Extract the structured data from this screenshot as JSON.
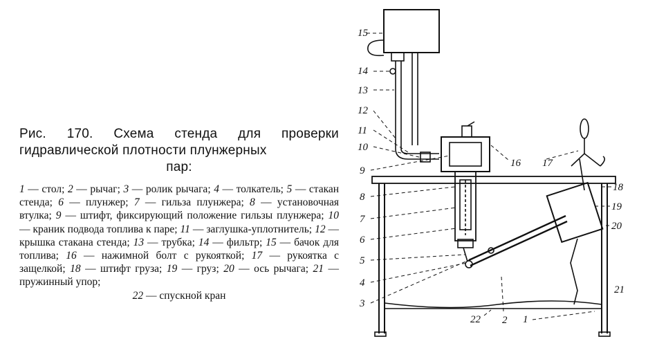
{
  "caption": {
    "title_main": "Рис. 170. Схема стенда для проверки гидравлической плотности плунжерных",
    "title_end": "пар:",
    "legend_items": [
      {
        "num": "1",
        "text": "стол"
      },
      {
        "num": "2",
        "text": "рычаг"
      },
      {
        "num": "3",
        "text": "ролик рычага"
      },
      {
        "num": "4",
        "text": "толкатель"
      },
      {
        "num": "5",
        "text": "стакан стенда"
      },
      {
        "num": "6",
        "text": "плунжер"
      },
      {
        "num": "7",
        "text": "гильза плунжера"
      },
      {
        "num": "8",
        "text": "установочная втулка"
      },
      {
        "num": "9",
        "text": "штифт, фиксирующий положение гильзы плунжера"
      },
      {
        "num": "10",
        "text": "краник подвода топлива к паре"
      },
      {
        "num": "11",
        "text": "заглушка-уплотнитель"
      },
      {
        "num": "12",
        "text": "крышка стакана стенда"
      },
      {
        "num": "13",
        "text": "трубка"
      },
      {
        "num": "14",
        "text": "фильтр"
      },
      {
        "num": "15",
        "text": "бачок для топлива"
      },
      {
        "num": "16",
        "text": "нажимной болт с рукояткой"
      },
      {
        "num": "17",
        "text": "рукоятка с защелкой"
      },
      {
        "num": "18",
        "text": "штифт груза"
      },
      {
        "num": "19",
        "text": "груз"
      },
      {
        "num": "20",
        "text": "ось рычага"
      },
      {
        "num": "21",
        "text": "пружинный упор"
      },
      {
        "num": "22",
        "text": "спускной кран"
      }
    ]
  },
  "figure": {
    "labels": [
      "15",
      "14",
      "13",
      "12",
      "11",
      "10",
      "9",
      "8",
      "7",
      "6",
      "5",
      "4",
      "3",
      "16",
      "17",
      "18",
      "19",
      "20",
      "21",
      "22",
      "2",
      "1"
    ]
  }
}
